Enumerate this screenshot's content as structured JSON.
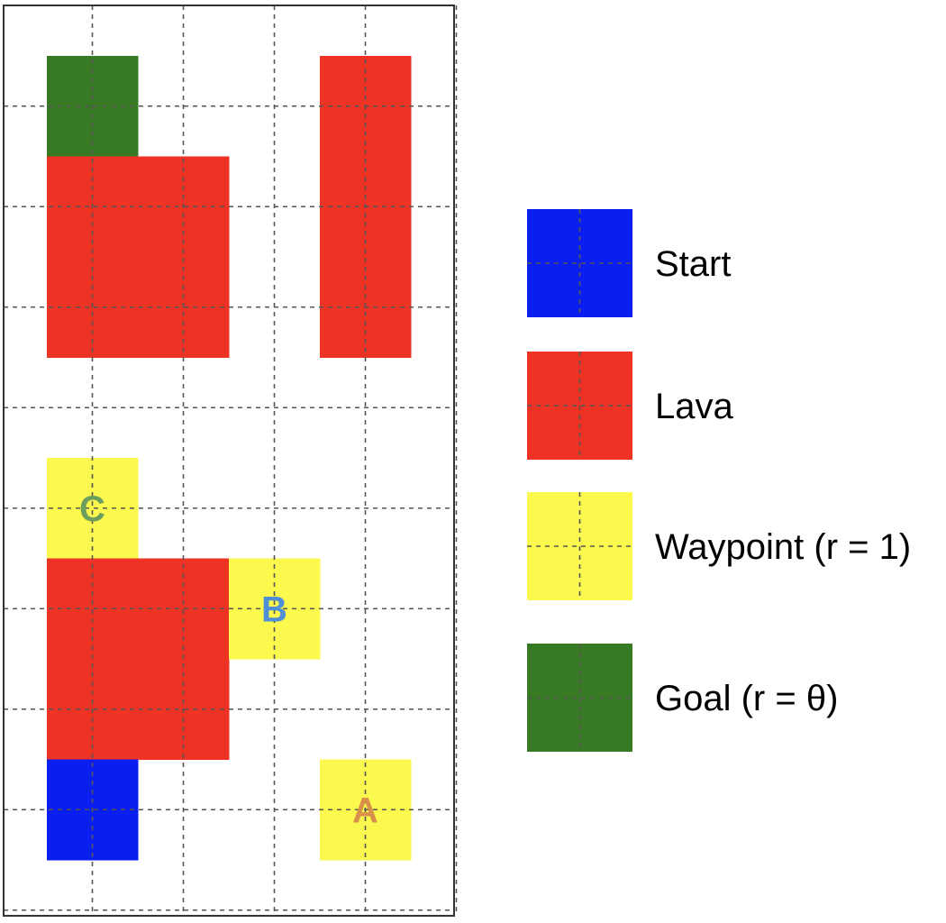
{
  "colors": {
    "start": "#0a1ef0",
    "lava": "#ee3224",
    "waypoint": "#fbf84e",
    "goal": "#377a23",
    "label_a": "#d9904a",
    "label_b": "#4f8fd6",
    "label_c": "#6e9e5c"
  },
  "grid": {
    "cols": 5,
    "rows": 9,
    "gridlines": "dashed"
  },
  "cells": [
    {
      "name": "goal-cell",
      "type": "goal",
      "col": 0,
      "row": 0,
      "w": 1,
      "h": 1
    },
    {
      "name": "lava-block-top-left",
      "type": "lava",
      "col": 0,
      "row": 1,
      "w": 2,
      "h": 2
    },
    {
      "name": "lava-block-top-right",
      "type": "lava",
      "col": 3,
      "row": 0,
      "w": 1,
      "h": 3
    },
    {
      "name": "waypoint-c-cell",
      "type": "waypoint",
      "col": 0,
      "row": 4,
      "w": 1,
      "h": 1,
      "label": "C",
      "label_color": "label_c"
    },
    {
      "name": "lava-block-bottom-left",
      "type": "lava",
      "col": 0,
      "row": 5,
      "w": 2,
      "h": 2
    },
    {
      "name": "waypoint-b-cell",
      "type": "waypoint",
      "col": 2,
      "row": 5,
      "w": 1,
      "h": 1,
      "label": "B",
      "label_color": "label_b"
    },
    {
      "name": "start-cell",
      "type": "start",
      "col": 0,
      "row": 7,
      "w": 1,
      "h": 1
    },
    {
      "name": "waypoint-a-cell",
      "type": "waypoint",
      "col": 3,
      "row": 7,
      "w": 1,
      "h": 1,
      "label": "A",
      "label_color": "label_a"
    }
  ],
  "legend": [
    {
      "type": "start",
      "label": "Start"
    },
    {
      "type": "lava",
      "label": "Lava"
    },
    {
      "type": "waypoint",
      "label": "Waypoint (r = 1)"
    },
    {
      "type": "goal",
      "label": "Goal (r = θ)"
    }
  ]
}
